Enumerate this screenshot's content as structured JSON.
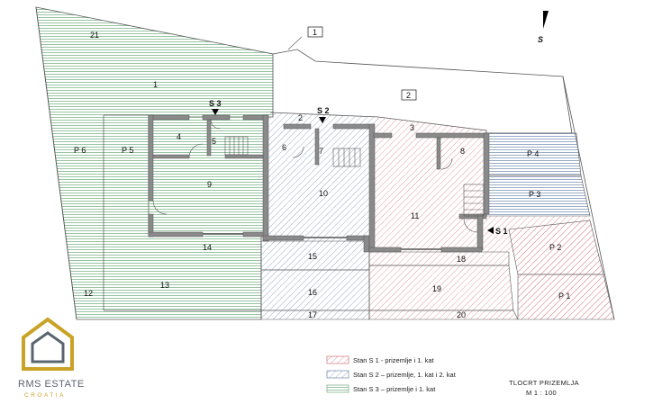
{
  "colors": {
    "s1": "#d9828a",
    "s2": "#7f96b8",
    "s3": "#7fb58c",
    "wall": "#7a7a7a",
    "gold": "#c9a227",
    "logo_grey": "#5a6470"
  },
  "rooms": {
    "r1": "1",
    "r2": "2",
    "r3": "3",
    "r4": "4",
    "r5": "5",
    "r6": "6",
    "r7": "7",
    "r8": "8",
    "r9": "9",
    "r10": "10",
    "r11": "11",
    "r12": "12",
    "r13": "13",
    "r14": "14",
    "r15": "15",
    "r16": "16",
    "r17": "17",
    "r18": "18",
    "r19": "19",
    "r20": "20",
    "r21": "21",
    "p1": "P 1",
    "p2": "P 2",
    "p3": "P 3",
    "p4": "P 4",
    "p5": "P 5",
    "p6": "P 6",
    "yard2": "2",
    "marker1": "1"
  },
  "entrances": {
    "s1": "S 1",
    "s2": "S 2",
    "s3": "S 3"
  },
  "north": "S",
  "legend": [
    {
      "label": "Stan S 1 - prizemlje i 1. kat",
      "color": "s1"
    },
    {
      "label": "Stan S 2 – prizemlje, 1. kat i 2. kat",
      "color": "s2"
    },
    {
      "label": "Stan S 3 – prizemlje i 1. kat",
      "color": "s3"
    }
  ],
  "title": {
    "line1": "TLOCRT PRIZEMLJA",
    "line2": "M 1 : 100"
  },
  "logo": {
    "name": "RMS ESTATE",
    "sub": "CROATIA"
  }
}
